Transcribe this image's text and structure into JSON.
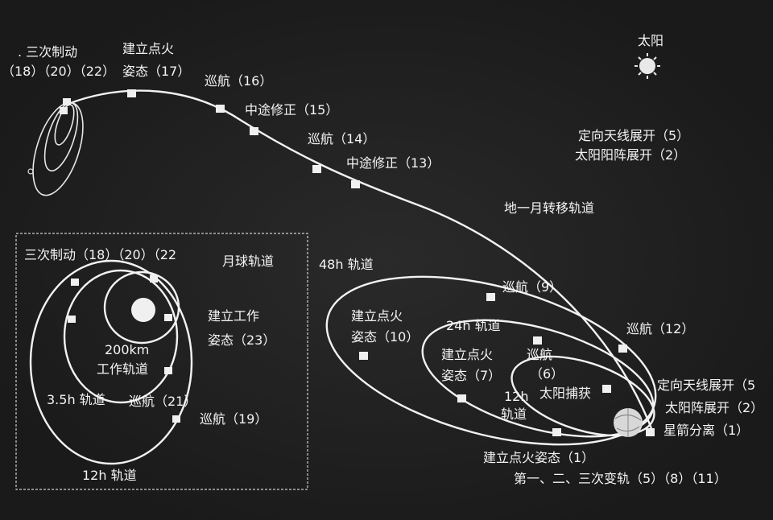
{
  "labels": {
    "sun": "太阳",
    "braking3": ". 三次制动",
    "braking3_nums": "（18）（20）（22）",
    "ignition_top": "建立点火",
    "ignition_top_sub": "姿态（17）",
    "cruise16": "巡航（16）",
    "midcourse15": "中途修正（15）",
    "cruise14": "巡航（14）",
    "midcourse13": "中途修正（13）",
    "antenna_top": "定向天线展开（5）",
    "solar_top": "太阳阳阵展开（2）",
    "transfer": "地一月转移轨道",
    "h48": "48h 轨道",
    "cruise9": "巡航（9）",
    "cruise12": "巡航（12）",
    "ignition10a": "建立点火",
    "ignition10b": "姿态（10）",
    "h24": "24h 轨道",
    "ignition7a": "建立点火",
    "ignition7b": "姿态（7）",
    "cruise6a": "巡航",
    "cruise6b": "（6）",
    "h12a": "12h",
    "h12b": "轨道",
    "sun_capture": "太阳捕获",
    "antenna_right": "定向天线展开（5",
    "solar_right": "太阳阵展开（2）",
    "separation": "星箭分离（1）",
    "ignition1": "建立点火姿态（1）",
    "orbit_change": "第一、二、三次变轨（5）（8）（11）"
  },
  "inset": {
    "braking": "三次制动（18）（20）（22",
    "lunar_orbit": "月球轨道",
    "work_attitude_a": "建立工作",
    "work_attitude_b": "姿态（23）",
    "km200": "200km",
    "work_orbit": "工作轨道",
    "h35": "3.5h 轨道",
    "cruise21": "巡航（21）",
    "cruise19": "巡航（19）",
    "h12": "12h 轨道"
  }
}
